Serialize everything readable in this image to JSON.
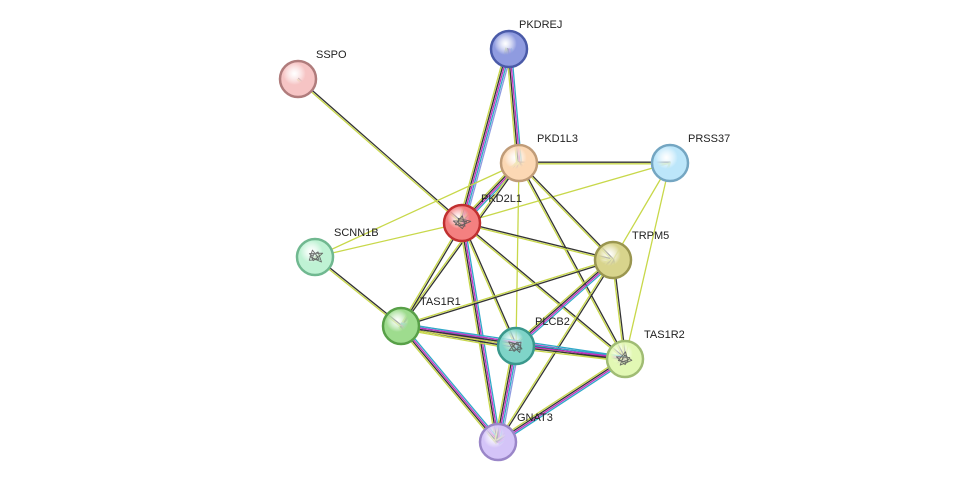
{
  "network": {
    "nodes": [
      {
        "id": "PKDREJ",
        "label": "PKDREJ",
        "color": "#8f9be0",
        "stroke": "#4a5aa8",
        "structure": false
      },
      {
        "id": "SSPO",
        "label": "SSPO",
        "color": "#f6c4c4",
        "stroke": "#b07c7c",
        "structure": false
      },
      {
        "id": "PKD1L3",
        "label": "PKD1L3",
        "color": "#fcd8b4",
        "stroke": "#c09c78",
        "structure": false
      },
      {
        "id": "PRSS37",
        "label": "PRSS37",
        "color": "#bce6fa",
        "stroke": "#74a6c2",
        "structure": false
      },
      {
        "id": "PKD2L1",
        "label": "PKD2L1",
        "color": "#f48080",
        "stroke": "#c03030",
        "structure": true
      },
      {
        "id": "SCNN1B",
        "label": "SCNN1B",
        "color": "#bff2d4",
        "stroke": "#70b890",
        "structure": true
      },
      {
        "id": "TRPM5",
        "label": "TRPM5",
        "color": "#d8d48c",
        "stroke": "#9a9650",
        "structure": false
      },
      {
        "id": "TAS1R1",
        "label": "TAS1R1",
        "color": "#9edc8e",
        "stroke": "#58a048",
        "structure": false
      },
      {
        "id": "PLCB2",
        "label": "PLCB2",
        "color": "#7fd4c8",
        "stroke": "#3a988c",
        "structure": true
      },
      {
        "id": "TAS1R2",
        "label": "TAS1R2",
        "color": "#e2f8b4",
        "stroke": "#a0bc74",
        "structure": true
      },
      {
        "id": "GNAT3",
        "label": "GNAT3",
        "color": "#d4c4f8",
        "stroke": "#9a86c8",
        "structure": false
      }
    ],
    "edges": [
      {
        "source": "SSPO",
        "target": "PKD2L1",
        "kinds": [
          "coexpression",
          "textmining"
        ]
      },
      {
        "source": "PKDREJ",
        "target": "PKD2L1",
        "kinds": [
          "homology",
          "database",
          "experiment",
          "coexpression",
          "textmining"
        ]
      },
      {
        "source": "PKDREJ",
        "target": "PKD1L3",
        "kinds": [
          "database",
          "experiment",
          "coexpression",
          "textmining"
        ]
      },
      {
        "source": "PKD1L3",
        "target": "PKD2L1",
        "kinds": [
          "database",
          "experiment",
          "coexpression",
          "textmining"
        ]
      },
      {
        "source": "PKD1L3",
        "target": "PRSS37",
        "kinds": [
          "coexpression",
          "textmining"
        ]
      },
      {
        "source": "PKD2L1",
        "target": "PRSS37",
        "kinds": [
          "textmining"
        ]
      },
      {
        "source": "PKD1L3",
        "target": "TRPM5",
        "kinds": [
          "coexpression",
          "textmining"
        ]
      },
      {
        "source": "PRSS37",
        "target": "TRPM5",
        "kinds": [
          "textmining"
        ]
      },
      {
        "source": "PRSS37",
        "target": "TAS1R2",
        "kinds": [
          "textmining"
        ]
      },
      {
        "source": "PKD1L3",
        "target": "TAS1R2",
        "kinds": [
          "coexpression",
          "textmining"
        ]
      },
      {
        "source": "PKD1L3",
        "target": "SCNN1B",
        "kinds": [
          "textmining"
        ]
      },
      {
        "source": "PKD1L3",
        "target": "TAS1R1",
        "kinds": [
          "coexpression",
          "textmining"
        ]
      },
      {
        "source": "PKD1L3",
        "target": "PLCB2",
        "kinds": [
          "textmining"
        ]
      },
      {
        "source": "PKD2L1",
        "target": "SCNN1B",
        "kinds": [
          "textmining"
        ]
      },
      {
        "source": "PKD2L1",
        "target": "TRPM5",
        "kinds": [
          "coexpression",
          "textmining"
        ]
      },
      {
        "source": "PKD2L1",
        "target": "TAS1R1",
        "kinds": [
          "coexpression",
          "textmining"
        ]
      },
      {
        "source": "PKD2L1",
        "target": "PLCB2",
        "kinds": [
          "coexpression",
          "textmining"
        ]
      },
      {
        "source": "PKD2L1",
        "target": "TAS1R2",
        "kinds": [
          "coexpression",
          "textmining"
        ]
      },
      {
        "source": "PKD2L1",
        "target": "GNAT3",
        "kinds": [
          "database",
          "experiment",
          "coexpression",
          "textmining"
        ]
      },
      {
        "source": "SCNN1B",
        "target": "TAS1R1",
        "kinds": [
          "coexpression",
          "textmining"
        ]
      },
      {
        "source": "TRPM5",
        "target": "TAS1R1",
        "kinds": [
          "coexpression",
          "textmining"
        ]
      },
      {
        "source": "TRPM5",
        "target": "PLCB2",
        "kinds": [
          "database",
          "experiment",
          "coexpression",
          "textmining"
        ]
      },
      {
        "source": "TRPM5",
        "target": "TAS1R2",
        "kinds": [
          "coexpression",
          "textmining"
        ]
      },
      {
        "source": "TRPM5",
        "target": "GNAT3",
        "kinds": [
          "coexpression",
          "textmining"
        ]
      },
      {
        "source": "TAS1R1",
        "target": "PLCB2",
        "kinds": [
          "homology",
          "database",
          "experiment",
          "coexpression",
          "textmining"
        ]
      },
      {
        "source": "TAS1R1",
        "target": "TAS1R2",
        "kinds": [
          "database",
          "experiment",
          "coexpression",
          "textmining"
        ]
      },
      {
        "source": "TAS1R1",
        "target": "GNAT3",
        "kinds": [
          "database",
          "experiment",
          "coexpression",
          "textmining"
        ]
      },
      {
        "source": "PLCB2",
        "target": "TAS1R2",
        "kinds": [
          "database",
          "experiment",
          "coexpression",
          "textmining"
        ]
      },
      {
        "source": "PLCB2",
        "target": "GNAT3",
        "kinds": [
          "homology",
          "database",
          "experiment",
          "coexpression",
          "textmining"
        ]
      },
      {
        "source": "TAS1R2",
        "target": "GNAT3",
        "kinds": [
          "database",
          "experiment",
          "coexpression",
          "textmining"
        ]
      }
    ],
    "edge_colors": {
      "homology": "#8f9be0",
      "database": "#2fa8c8",
      "experiment": "#c030c0",
      "coexpression": "#333333",
      "textmining": "#c8d84a"
    }
  }
}
